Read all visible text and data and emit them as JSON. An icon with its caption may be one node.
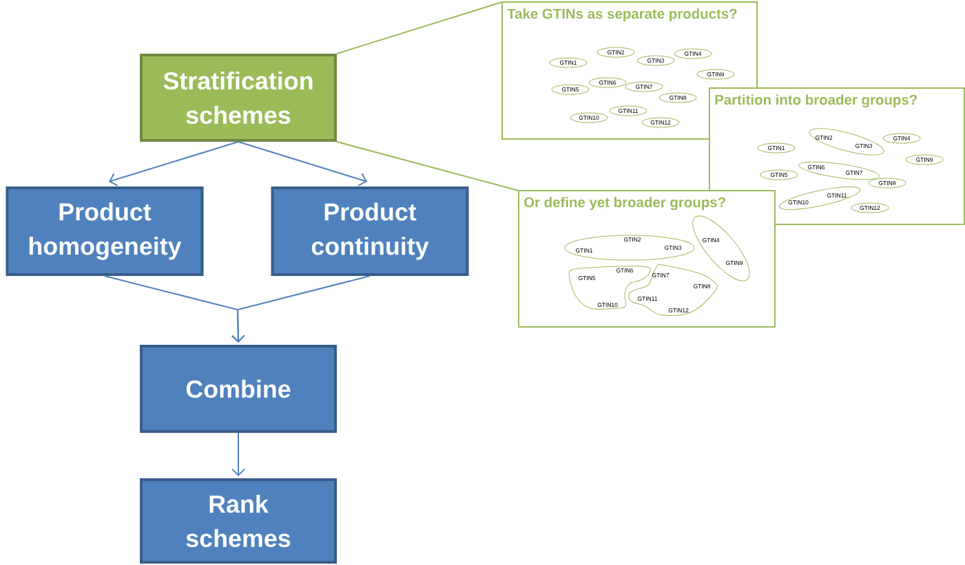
{
  "diagram": {
    "nodes": [
      {
        "text": [
          "Stratification schemes"
        ]
      },
      {
        "text": [
          "Product homogeneity"
        ]
      },
      {
        "text": [
          "Product continuity"
        ]
      },
      {
        "text": [
          "Combine"
        ]
      },
      {
        "text": [
          "Rank schemes"
        ]
      },
      {
        "text": [
          "Take GTINs as separate products?"
        ]
      },
      {
        "text": [
          "GTIN1"
        ],
        "in": 5
      },
      {
        "text": [
          "GTIN2"
        ],
        "in": 5
      },
      {
        "text": [
          "GTIN3"
        ],
        "in": 5
      },
      {
        "text": [
          "GTIN4"
        ],
        "in": 5
      },
      {
        "text": [
          "GTIN5"
        ],
        "in": 5
      },
      {
        "text": [
          "GTIN6"
        ],
        "in": 5
      },
      {
        "text": [
          "GTIN7"
        ],
        "in": 5
      },
      {
        "text": [
          "GTIN8"
        ],
        "in": 5
      },
      {
        "text": [
          "GTIN9"
        ],
        "in": 5
      },
      {
        "text": [
          "GTIN10"
        ],
        "in": 5
      },
      {
        "text": [
          "GTIN11"
        ],
        "in": 5
      },
      {
        "text": [
          "GTIN12"
        ],
        "in": 5
      },
      {
        "text": [
          "Partition into broader groups?"
        ]
      },
      {
        "text": [
          "GTIN1"
        ],
        "in": 18
      },
      {
        "text": [
          "GTIN2",
          "GTIN3"
        ],
        "in": 18
      },
      {
        "text": [
          "GTIN4"
        ],
        "in": 18
      },
      {
        "text": [
          "GTIN5"
        ],
        "in": 18
      },
      {
        "text": [
          "GTIN6",
          "GTIN7"
        ],
        "in": 18
      },
      {
        "text": [
          "GTIN8"
        ],
        "in": 18
      },
      {
        "text": [
          "GTIN9"
        ],
        "in": 18
      },
      {
        "text": [
          "GTIN10",
          "GTIN11"
        ],
        "in": 18
      },
      {
        "text": [
          "GTIN12"
        ],
        "in": 18
      },
      {
        "text": [
          "Or define yet broader groups?"
        ]
      },
      {
        "text": [
          "GTIN1",
          "GTIN2",
          "GTIN3"
        ],
        "in": 28
      },
      {
        "text": [
          "GTIN4",
          "GTIN9"
        ],
        "in": 28
      },
      {
        "text": [
          "GTIN5",
          "GTIN6",
          "GTIN10"
        ],
        "in": 28
      },
      {
        "text": [
          "GTIN7",
          "GTIN8",
          "GTIN11",
          "GTIN12"
        ],
        "in": 28
      }
    ],
    "edges": [
      {
        "from": 0,
        "to": 1,
        "arrow": "to"
      },
      {
        "from": 0,
        "to": 2,
        "arrow": "to"
      },
      {
        "from": 1,
        "to": 3,
        "arrow": "to"
      },
      {
        "from": 2,
        "to": 3,
        "arrow": "to"
      },
      {
        "from": 3,
        "to": 4,
        "arrow": "to"
      },
      {
        "from": 0,
        "to": 5,
        "arrow": "none",
        "color": "#9bbb59"
      },
      {
        "from": 0,
        "to": 28,
        "arrow": "none",
        "color": "#9bbb59"
      }
    ]
  }
}
